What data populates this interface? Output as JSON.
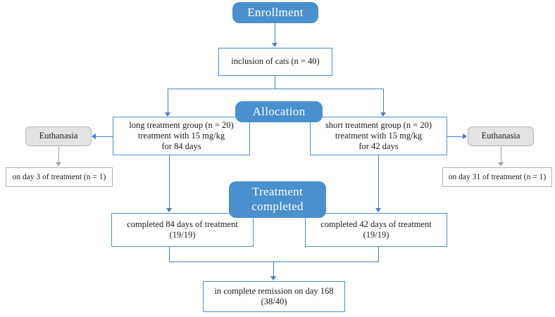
{
  "diagram": {
    "title": "CONSORT-style clinical trial flow diagram",
    "colors": {
      "stage_fill": "#4a90ce",
      "stage_text": "#ffffff",
      "box_border": "#4a90ce",
      "box_fill": "#ffffff",
      "box_text": "#1b1b1b",
      "gray_fill": "#e3e3e3",
      "gray_border": "#b4b4b4",
      "connector_blue": "#4a7fc0",
      "connector_gray": "#9a9a9a",
      "page_background": "#ffffff"
    },
    "stages": {
      "enrollment": "Enrollment",
      "allocation": "Allocation",
      "treatment_completed": "Treatment\ncompleted"
    },
    "nodes": {
      "inclusion": "inclusion of cats (n = 40)",
      "long_group": "long treatment group (n = 20)\ntreatment with 15 mg/kg\nfor 84 days",
      "short_group": "short treatment group (n = 20)\ntreatment with 15 mg/kg\nfor 42 days",
      "euthanasia_left": "Euthanasia",
      "euthanasia_right": "Euthanasia",
      "euthanasia_left_detail": "on day 3 of treatment (n = 1)",
      "euthanasia_right_detail": "on day 31 of treatment (n = 1)",
      "completed_long": "completed 84 days of treatment\n(19/19)",
      "completed_short": "completed 42 days of treatment\n(19/19)",
      "remission": "in complete remission on day 168\n(38/40)"
    },
    "values": {
      "total_cats": 40,
      "long_group_n": 20,
      "short_group_n": 20,
      "long_dose_mg_per_kg": 15,
      "short_dose_mg_per_kg": 15,
      "long_duration_days": 84,
      "short_duration_days": 42,
      "euthanasia_left_day": 3,
      "euthanasia_left_n": 1,
      "euthanasia_right_day": 31,
      "euthanasia_right_n": 1,
      "completed_long_ratio": "19/19",
      "completed_short_ratio": "19/19",
      "remission_day": 168,
      "remission_ratio": "38/40"
    }
  }
}
